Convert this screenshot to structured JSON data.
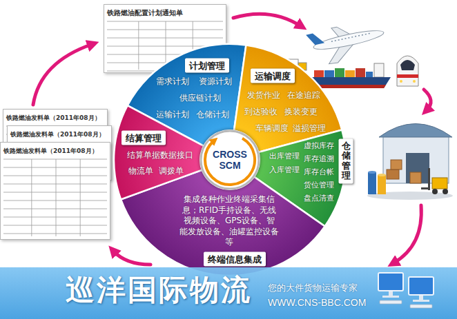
{
  "diagram": {
    "nodes": [
      {
        "text": [
          "铁路燃油配置计划通知单"
        ]
      },
      {
        "text": [
          "铁路燃油发料单（2011年08月）"
        ]
      },
      {
        "text": [
          "铁路燃油发料单（2011年08月）"
        ]
      },
      {
        "text": [
          "铁路燃油发料单（2011年08月）"
        ]
      },
      {
        "text": [
          "CROSS SCM"
        ]
      },
      {
        "text": [
          "计划管理",
          "需求计划",
          "资源计划",
          "供应链计划",
          "运输计划",
          "仓储计划"
        ]
      },
      {
        "text": [
          "运输调度",
          "发货作业",
          "在途追踪",
          "到达验收",
          "换装变更",
          "车辆调度",
          "溢损管理"
        ]
      },
      {
        "text": [
          "仓储管理",
          "出库管理",
          "入库管理",
          "虚拟库存",
          "库存追溯",
          "库存台帐",
          "货位管理",
          "盘点清查"
        ]
      },
      {
        "text": [
          "终端信息集成",
          "集成各种作业终端采集信息；RFID手持设备、无线视频设备、GPS设备、智能发放设备、油罐监控设备等"
        ]
      },
      {
        "text": [
          "结算管理",
          "结算单据数据接口",
          "物流单",
          "调拨单"
        ]
      },
      {
        "text": [
          "巡洋国际物流",
          "您的大件货物运输专家",
          "WWW.CNS-BBC.COM"
        ]
      }
    ]
  }
}
